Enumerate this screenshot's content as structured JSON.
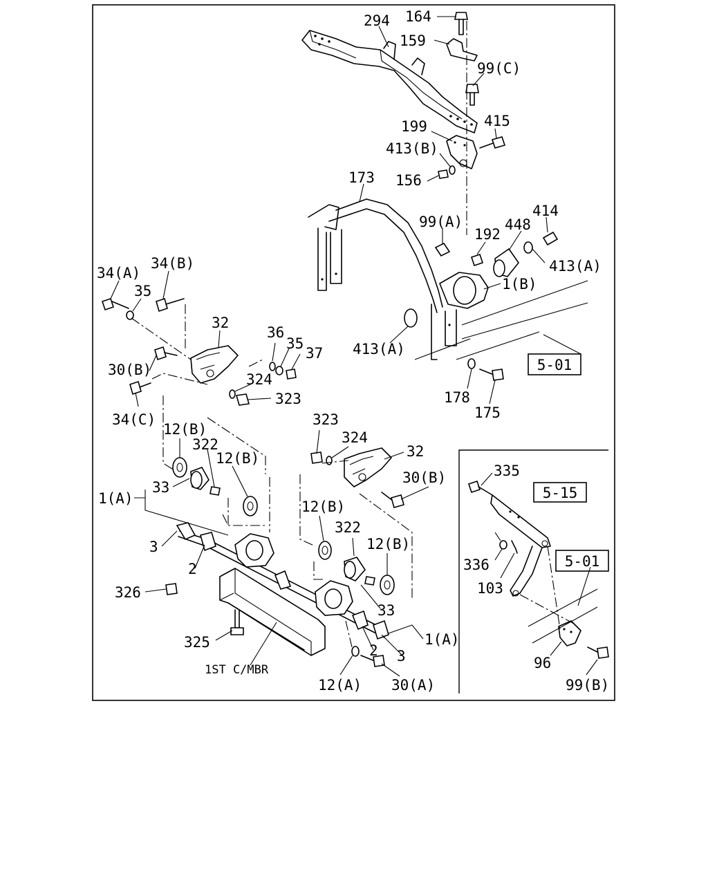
{
  "callouts": {
    "c294": "294",
    "c164": "164",
    "c159": "159",
    "c99C": "99(C)",
    "c199": "199",
    "c415": "415",
    "c413B": "413(B)",
    "c156": "156",
    "c173": "173",
    "c99A": "99(A)",
    "c192": "192",
    "c448": "448",
    "c414": "414",
    "c413A_r": "413(A)",
    "c1B": "1(B)",
    "c413A_m": "413(A)",
    "c178": "178",
    "c175": "175",
    "c34A": "34(A)",
    "c34B": "34(B)",
    "c35a": "35",
    "c32a": "32",
    "c36": "36",
    "c35b": "35",
    "c37": "37",
    "c30Ba": "30(B)",
    "c324a": "324",
    "c323a": "323",
    "c34C": "34(C)",
    "c12Ba": "12(B)",
    "c322a": "322",
    "c12Bb": "12(B)",
    "c33a": "33",
    "c1Aa": "1(A)",
    "c3a": "3",
    "c2a": "2",
    "c326": "326",
    "c325": "325",
    "c323b": "323",
    "c324b": "324",
    "c32b": "32",
    "c30Bb": "30(B)",
    "c12Bc": "12(B)",
    "c322b": "322",
    "c12Bd": "12(B)",
    "c33b": "33",
    "c1Ab": "1(A)",
    "c3b": "3",
    "c2b": "2",
    "c12A": "12(A)",
    "c30A": "30(A)",
    "c335": "335",
    "c336": "336",
    "c103": "103",
    "c96": "96",
    "c99B": "99(B)"
  },
  "refs": {
    "ref501a": "5-01",
    "ref515": "5-15",
    "ref501b": "5-01"
  },
  "notes": {
    "crossmember": "1ST C/MBR"
  }
}
